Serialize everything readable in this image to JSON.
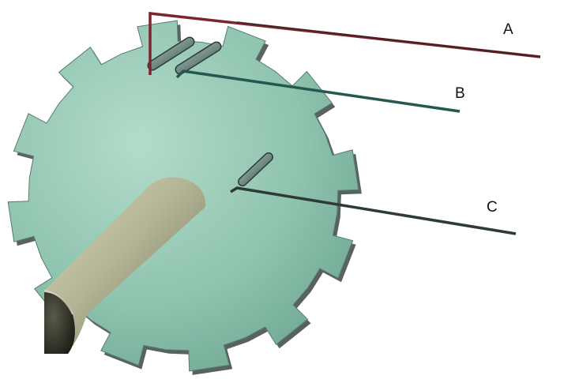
{
  "labels": {
    "a": "A",
    "b": "B",
    "c": "C"
  },
  "colors": {
    "background": "#ffffff",
    "wheel": "#8fc7b1",
    "wheel_edge": "#3f4d48",
    "shaft": "#b8b89a",
    "wire_a": "#7a2630",
    "wire_b": "#245850",
    "wire_c": "#2e3a37"
  }
}
